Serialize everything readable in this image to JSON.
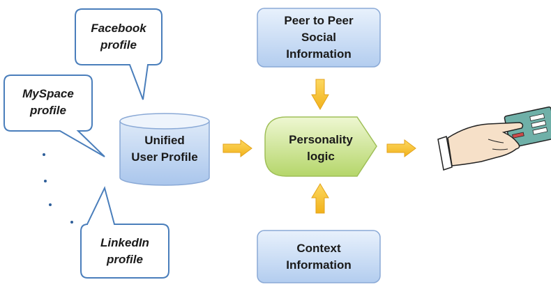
{
  "profiles": {
    "facebook": [
      "Facebook",
      "profile"
    ],
    "myspace": [
      "MySpace",
      "profile"
    ],
    "linkedin": [
      "LinkedIn",
      "profile"
    ]
  },
  "unified": [
    "Unified",
    "User Profile"
  ],
  "peer": [
    "Peer to Peer",
    "Social",
    "Information"
  ],
  "logic": [
    "Personality",
    "logic"
  ],
  "context": [
    "Context",
    "Information"
  ],
  "colors": {
    "bubble_stroke": "#4a7ebb",
    "box_fill_top": "#e8f1fc",
    "box_fill_bottom": "#b3cdef",
    "box_stroke": "#8aa9d6",
    "logic_fill_top": "#eef7d2",
    "logic_fill_bottom": "#b5d66a",
    "logic_stroke": "#9fbf58",
    "arrow_fill": "#f8c22a",
    "arrow_stroke": "#e3a21a",
    "dot": "#2f5f9a",
    "card": "#6fb0a8"
  },
  "icons": [
    "callout-bubble",
    "database-cylinder",
    "block-arrow",
    "hand-holding-card"
  ]
}
